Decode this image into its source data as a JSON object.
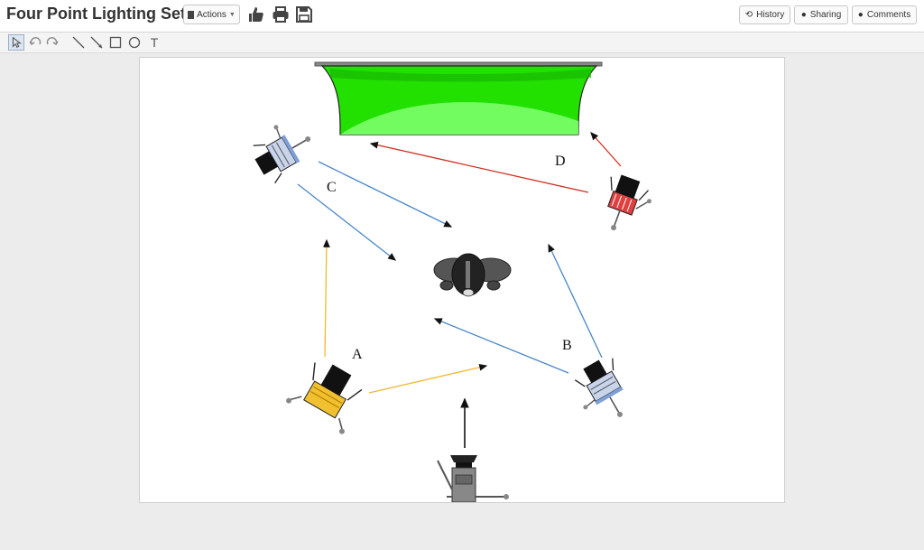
{
  "header": {
    "title": "Four Point Lighting Setup",
    "actions_label": "Actions",
    "like_icon": "thumbs-up-icon",
    "print_icon": "print-icon",
    "save_icon": "floppy-disk-icon",
    "history_label": "History",
    "sharing_label": "Sharing",
    "comments_label": "Comments"
  },
  "toolbar": {
    "tools": [
      "select-tool",
      "undo-tool",
      "redo-tool",
      "line-tool",
      "arrow-line-tool",
      "rectangle-tool",
      "circle-tool",
      "text-tool"
    ],
    "text_tool_glyph": "T"
  },
  "diagram": {
    "labels": {
      "a": "A",
      "b": "B",
      "c": "C",
      "d": "D"
    },
    "colors": {
      "backdrop_green": "#22e000",
      "key_light": "#f0c030",
      "fill_light": "#7f9fd8",
      "back_light": "#e04040",
      "arrow_blue": "#4a87c8",
      "arrow_yellow": "#f0b830",
      "arrow_red": "#d03020",
      "arrow_black": "#111111"
    }
  }
}
